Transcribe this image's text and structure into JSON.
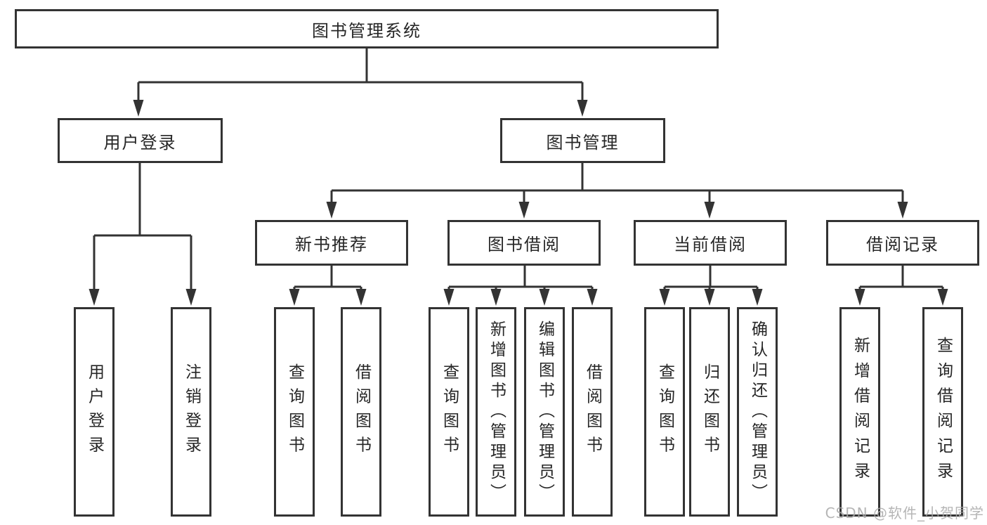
{
  "diagram": {
    "root": {
      "label": "图书管理系统"
    },
    "level2": [
      {
        "label": "用户登录"
      },
      {
        "label": "图书管理"
      }
    ],
    "level3": [
      {
        "label": "新书推荐"
      },
      {
        "label": "图书借阅"
      },
      {
        "label": "当前借阅"
      },
      {
        "label": "借阅记录"
      }
    ],
    "leaves": {
      "user_login": [
        {
          "label": "用户登录"
        },
        {
          "label": "注销登录"
        }
      ],
      "new_book": [
        {
          "label": "查询图书"
        },
        {
          "label": "借阅图书"
        }
      ],
      "book_borrow": [
        {
          "label": "查询图书"
        },
        {
          "label": "新增图书（管理员）"
        },
        {
          "label": "编辑图书（管理员）"
        },
        {
          "label": "借阅图书"
        }
      ],
      "current_borrow": [
        {
          "label": "查询图书"
        },
        {
          "label": "归还图书"
        },
        {
          "label": "确认归还（管理员）"
        }
      ],
      "borrow_record": [
        {
          "label": "新增借阅记录"
        },
        {
          "label": "查询借阅记录"
        }
      ]
    },
    "watermark": "CSDN @软件_小贺同学",
    "colors": {
      "line": "#333333",
      "text": "#262626",
      "watermark": "#a9a9a9",
      "background": "#ffffff"
    }
  }
}
